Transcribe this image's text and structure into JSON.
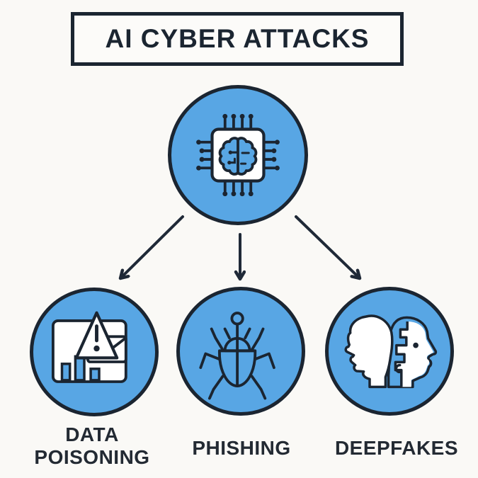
{
  "title": "AI CYBER ATTACKS",
  "colors": {
    "background": "#FAF9F6",
    "node_blue": "#58A6E4",
    "ink": "#1B2531",
    "panel_white": "#FFFFFF"
  },
  "diagram": {
    "root": {
      "icon": "ai-chip-brain-icon"
    },
    "branches": [
      {
        "label": "DATA POISONING",
        "icon": "data-poisoning-icon"
      },
      {
        "label": "PHISHING",
        "icon": "bug-icon"
      },
      {
        "label": "DEEPFAKES",
        "icon": "deepfake-faces-icon"
      }
    ]
  }
}
